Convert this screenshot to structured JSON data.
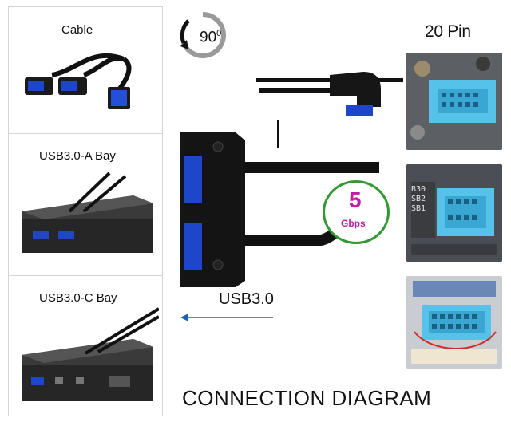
{
  "left_panel": {
    "cable_label": "Cable",
    "bay_a_label": "USB3.0-A Bay",
    "bay_c_label": "USB3.0-C Bay"
  },
  "angle": {
    "value": "90",
    "unit": "0"
  },
  "pin_label": "20 Pin",
  "speed": {
    "value": "5",
    "unit": "Gbps"
  },
  "interface_label": "USB3.0",
  "title": "CONNECTION DIAGRAM",
  "photo_labels": {
    "top_left": "B30",
    "mid_a": "SB2",
    "mid_b": "SB1"
  },
  "colors": {
    "connector_blue": "#1e46c8",
    "header_blue": "#56c2ea",
    "speed_green": "#2f9a2f",
    "speed_magenta": "#c818a8"
  }
}
